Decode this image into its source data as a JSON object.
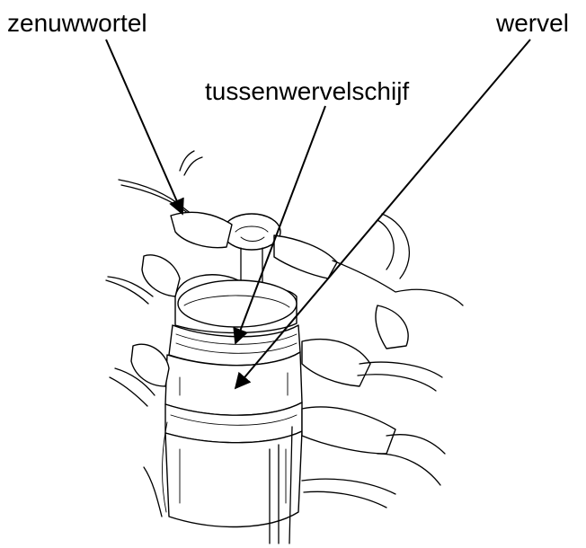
{
  "labels": {
    "nerve_root": "zenuwwortel",
    "vertebra": "wervel",
    "disc": "tussenwervelschijf"
  }
}
